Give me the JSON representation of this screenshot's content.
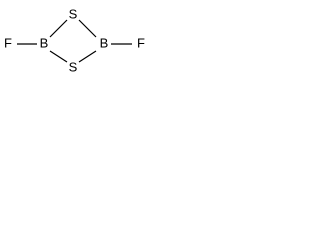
{
  "molecule": {
    "atoms": {
      "f_left": "F",
      "b_left": "B",
      "s_top": "S",
      "s_bottom": "S",
      "b_right": "B",
      "f_right": "F"
    },
    "bonds": [
      [
        "f_left",
        "b_left"
      ],
      [
        "b_left",
        "s_top"
      ],
      [
        "s_top",
        "b_right"
      ],
      [
        "b_left",
        "s_bottom"
      ],
      [
        "s_bottom",
        "b_right"
      ],
      [
        "b_right",
        "f_right"
      ]
    ],
    "colors": {
      "bond": "#000000",
      "text": "#000000",
      "background": "#ffffff"
    }
  }
}
